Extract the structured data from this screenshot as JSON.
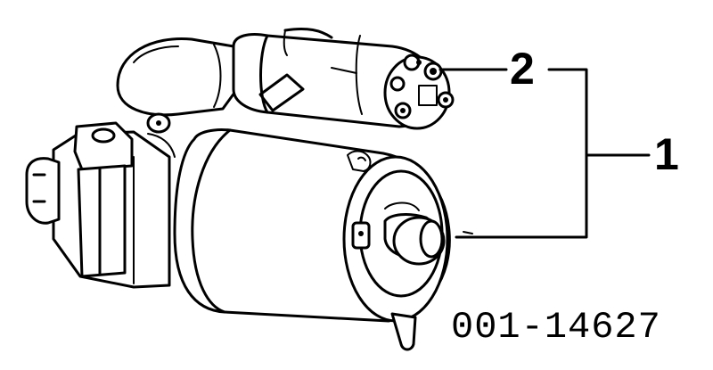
{
  "callouts": {
    "starter_motor": "1",
    "solenoid": "2"
  },
  "figure_id": "001-14627",
  "icons": {
    "starter_motor": "starter-motor-icon",
    "solenoid": "solenoid-icon"
  },
  "colors": {
    "line": "#000000",
    "background": "#ffffff"
  }
}
